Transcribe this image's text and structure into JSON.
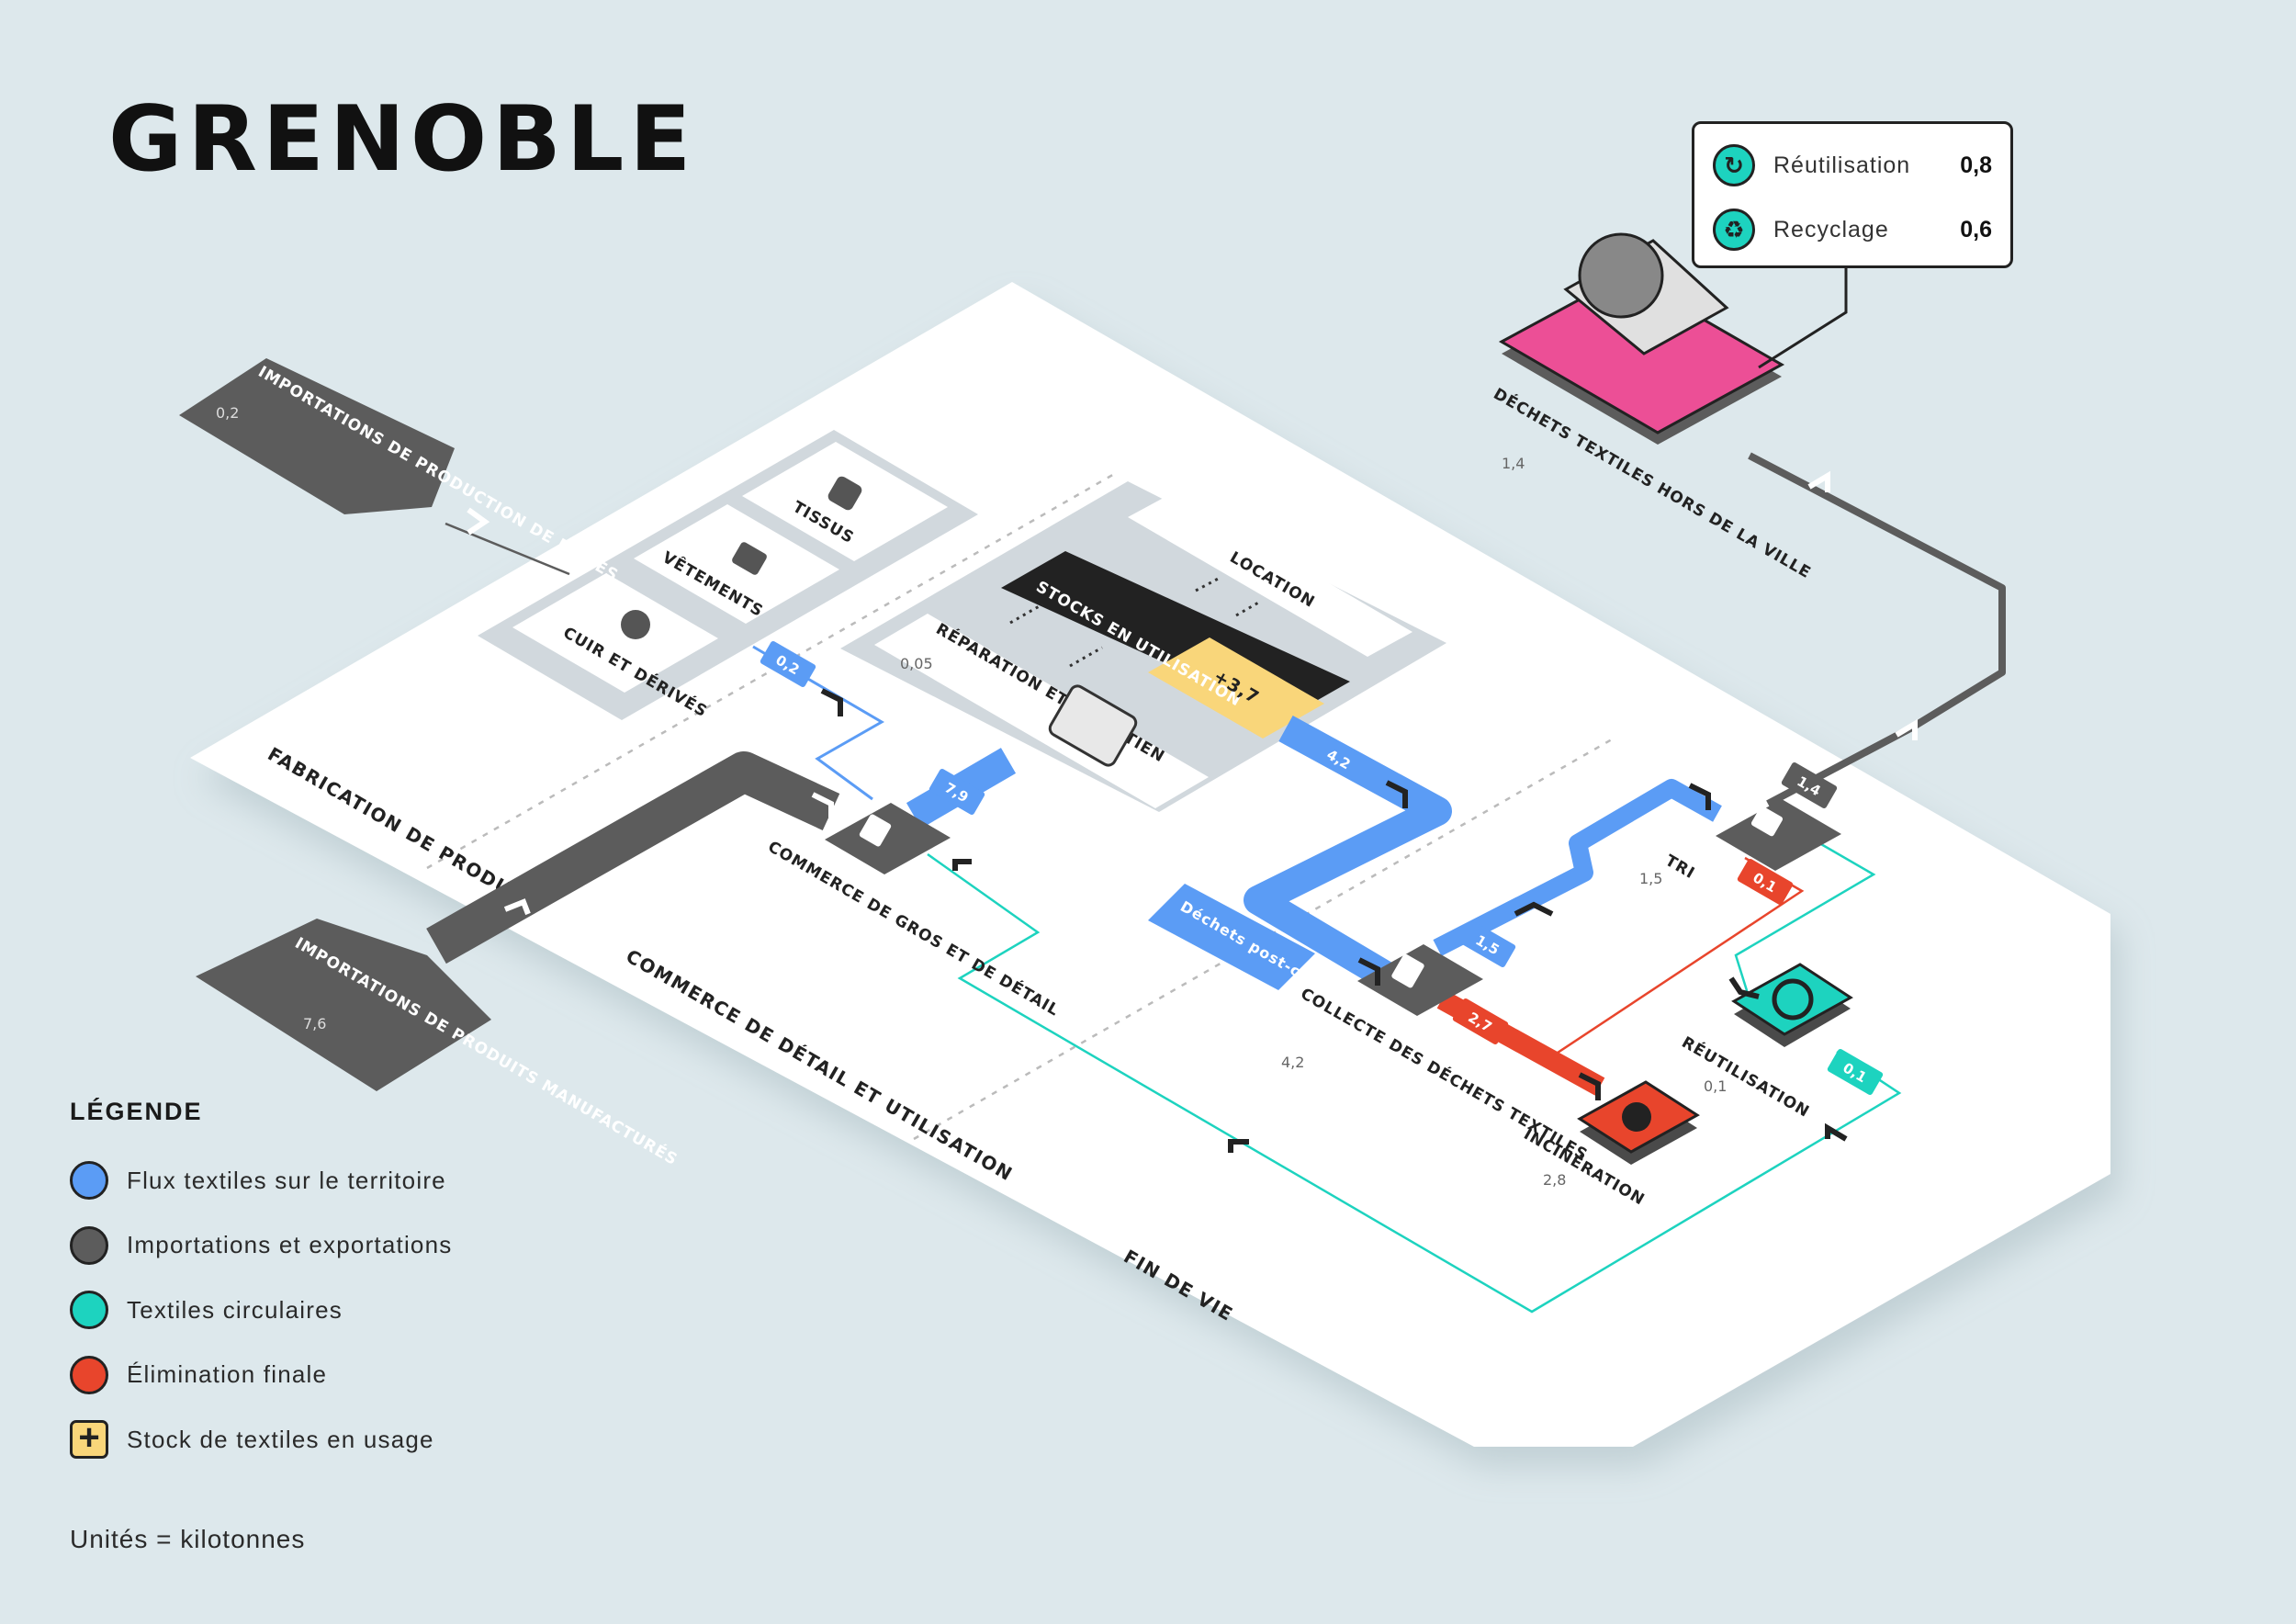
{
  "title": "GRENOBLE",
  "colors": {
    "territory_flow": "#5b9cf5",
    "imports_exports": "#5c5c5c",
    "circular": "#1dd3bf",
    "final_disposal": "#e8452c",
    "stock": "#f9d67a",
    "out_of_city_waste": "#ec4f96",
    "background": "#dde8ec"
  },
  "inputs": {
    "fibre_imports": {
      "label": "IMPORTATIONS DE PRODUCTION DE FIBRES",
      "value": "0,2"
    },
    "manufactured_imports": {
      "label": "IMPORTATIONS DE PRODUITS MANUFACTURÉS",
      "value": "7,6"
    }
  },
  "manufacturing": {
    "zone_label": "FABRICATION DE PRODUITS",
    "products": [
      "TISSUS",
      "VÊTEMENTS",
      "CUIR ET DÉRIVÉS"
    ]
  },
  "usage": {
    "zone_label": "COMMERCE DE DÉTAIL ET UTILISATION",
    "retail": "COMMERCE DE GROS ET DE DÉTAIL",
    "stocks": "STOCKS EN UTILISATION",
    "stock_change": "+3,7",
    "rental": "LOCATION",
    "repair": {
      "label": "RÉPARATION ET ENTRETIEN",
      "value": "0,05"
    }
  },
  "end_of_life": {
    "zone_label": "FIN DE VIE",
    "post_consumer": "Déchets post-consommation",
    "collection": {
      "label": "COLLECTE DES DÉCHETS TEXTILES",
      "value": "4,2"
    },
    "sorting": {
      "label": "TRI",
      "value": "1,5"
    },
    "reuse": {
      "label": "RÉUTILISATION",
      "value": "0,1"
    },
    "incineration": {
      "label": "INCINÉRATION",
      "value": "2,8"
    },
    "out_of_city": {
      "label": "DÉCHETS TEXTILES HORS DE LA VILLE",
      "value": "1,4"
    }
  },
  "flow_badges": {
    "fibre_to_retail": "0,2",
    "retail_to_stock": "7,9",
    "stock_to_collection": "4,2",
    "collection_to_sort": "1,5",
    "collection_to_incineration": "2,7",
    "sort_to_out_of_city": "1,4",
    "sort_to_incineration": "0,1",
    "reuse_to_retail": "0,1"
  },
  "outcomes": [
    {
      "label": "Réutilisation",
      "value": "0,8",
      "icon": "reuse-icon"
    },
    {
      "label": "Recyclage",
      "value": "0,6",
      "icon": "recycle-icon"
    }
  ],
  "legend": {
    "title": "LÉGENDE",
    "items": [
      {
        "label": "Flux textiles sur le territoire",
        "color": "#5b9cf5",
        "shape": "circle"
      },
      {
        "label": "Importations et exportations",
        "color": "#5c5c5c",
        "shape": "circle"
      },
      {
        "label": "Textiles circulaires",
        "color": "#1dd3bf",
        "shape": "circle"
      },
      {
        "label": "Élimination finale",
        "color": "#e8452c",
        "shape": "circle"
      },
      {
        "label": "Stock de textiles en usage",
        "color": "#f9d67a",
        "shape": "square-plus"
      }
    ],
    "units": "Unités = kilotonnes"
  }
}
